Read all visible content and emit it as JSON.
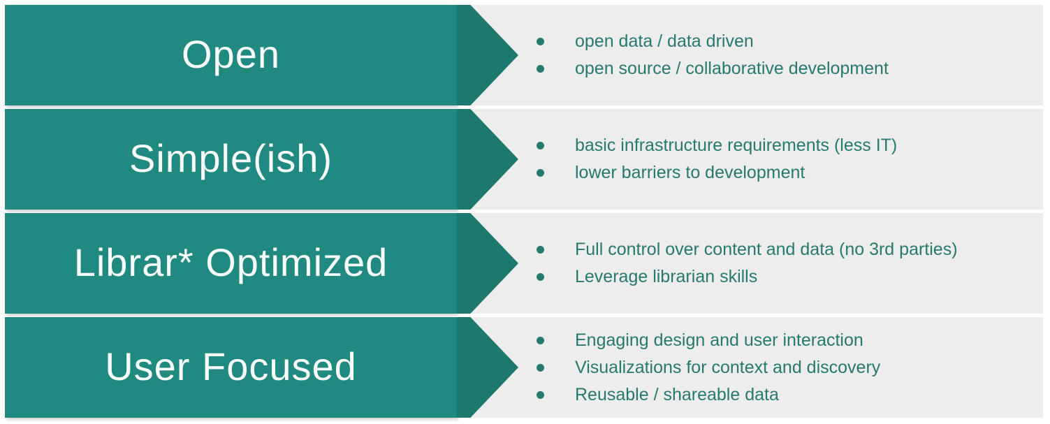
{
  "slide": {
    "rows": [
      {
        "label": "Open",
        "bullets": [
          "open data / data driven",
          "open source / collaborative development"
        ]
      },
      {
        "label": "Simple(ish)",
        "bullets": [
          "basic infrastructure requirements (less IT)",
          "lower barriers to development"
        ]
      },
      {
        "label": "Librar* Optimized",
        "bullets": [
          "Full control over content and data (no 3rd parties)",
          "Leverage librarian skills"
        ]
      },
      {
        "label": "User Focused",
        "bullets": [
          "Engaging design and user interaction",
          "Visualizations for context and discovery",
          "Reusable / shareable data"
        ]
      }
    ]
  },
  "colors": {
    "band": "#218a80",
    "arrowhead": "#1d786e",
    "bullet_text": "#26796f",
    "row_bg": "#ededed",
    "label_text": "#fafcfc",
    "page_bg": "#ffffff"
  }
}
